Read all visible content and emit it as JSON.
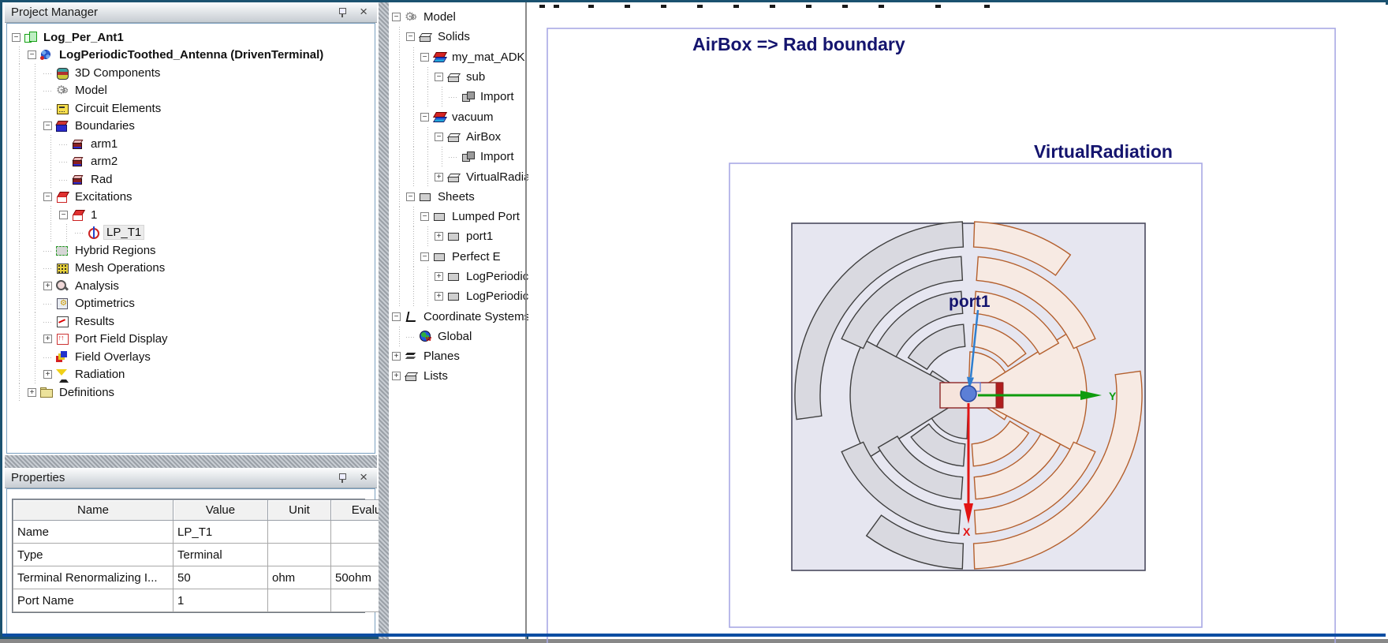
{
  "project_manager": {
    "title": "Project Manager",
    "close_label": "×",
    "tree": [
      {
        "label": "Log_Per_Ant1",
        "lvl": 0,
        "exp": "minus",
        "icon": "project",
        "bold": true
      },
      {
        "label": "LogPeriodicToothed_Antenna (DrivenTerminal)",
        "lvl": 1,
        "exp": "minus",
        "icon": "design",
        "bold": true
      },
      {
        "label": "3D Components",
        "lvl": 2,
        "exp": "none",
        "icon": "components3d"
      },
      {
        "label": "Model",
        "lvl": 2,
        "exp": "none",
        "icon": "model"
      },
      {
        "label": "Circuit Elements",
        "lvl": 2,
        "exp": "none",
        "icon": "circuit"
      },
      {
        "label": "Boundaries",
        "lvl": 2,
        "exp": "minus",
        "icon": "boundaries"
      },
      {
        "label": "arm1",
        "lvl": 3,
        "exp": "none",
        "icon": "bnditem"
      },
      {
        "label": "arm2",
        "lvl": 3,
        "exp": "none",
        "icon": "bnditem"
      },
      {
        "label": "Rad",
        "lvl": 3,
        "exp": "none",
        "icon": "bnditem"
      },
      {
        "label": "Excitations",
        "lvl": 2,
        "exp": "minus",
        "icon": "excitations"
      },
      {
        "label": "1",
        "lvl": 3,
        "exp": "minus",
        "icon": "excitations"
      },
      {
        "label": "LP_T1",
        "lvl": 4,
        "exp": "none",
        "icon": "terminal",
        "sel": true
      },
      {
        "label": "Hybrid Regions",
        "lvl": 2,
        "exp": "none",
        "icon": "hybrid"
      },
      {
        "label": "Mesh Operations",
        "lvl": 2,
        "exp": "none",
        "icon": "mesh"
      },
      {
        "label": "Analysis",
        "lvl": 2,
        "exp": "plus",
        "icon": "analysis"
      },
      {
        "label": "Optimetrics",
        "lvl": 2,
        "exp": "none",
        "icon": "optimetrics"
      },
      {
        "label": "Results",
        "lvl": 2,
        "exp": "none",
        "icon": "results"
      },
      {
        "label": "Port Field Display",
        "lvl": 2,
        "exp": "plus",
        "icon": "portfield"
      },
      {
        "label": "Field Overlays",
        "lvl": 2,
        "exp": "none",
        "icon": "overlays"
      },
      {
        "label": "Radiation",
        "lvl": 2,
        "exp": "plus",
        "icon": "radiation"
      },
      {
        "label": "Definitions",
        "lvl": 1,
        "exp": "plus",
        "icon": "folder"
      }
    ]
  },
  "properties": {
    "title": "Properties",
    "close_label": "×",
    "table": {
      "headers": [
        "Name",
        "Value",
        "Unit",
        "Evalu"
      ],
      "rows": [
        [
          "Name",
          "LP_T1",
          "",
          ""
        ],
        [
          "Type",
          "Terminal",
          "",
          ""
        ],
        [
          "Terminal Renormalizing I...",
          "50",
          "ohm",
          "50ohm"
        ],
        [
          "Port Name",
          "1",
          "",
          ""
        ]
      ]
    }
  },
  "model_tree": [
    {
      "label": "Model",
      "lvl": 0,
      "exp": "minus",
      "icon": "model"
    },
    {
      "label": "Solids",
      "lvl": 1,
      "exp": "minus",
      "icon": "wedge"
    },
    {
      "label": "my_mat_ADK",
      "lvl": 2,
      "exp": "minus",
      "icon": "material"
    },
    {
      "label": "sub",
      "lvl": 3,
      "exp": "minus",
      "icon": "wedge"
    },
    {
      "label": "Import",
      "lvl": 4,
      "exp": "none",
      "icon": "import"
    },
    {
      "label": "vacuum",
      "lvl": 2,
      "exp": "minus",
      "icon": "material"
    },
    {
      "label": "AirBox",
      "lvl": 3,
      "exp": "minus",
      "icon": "wedge"
    },
    {
      "label": "Import",
      "lvl": 4,
      "exp": "none",
      "icon": "import"
    },
    {
      "label": "VirtualRadia",
      "lvl": 3,
      "exp": "plus",
      "icon": "wedge"
    },
    {
      "label": "Sheets",
      "lvl": 1,
      "exp": "minus",
      "icon": "sheet"
    },
    {
      "label": "Lumped Port",
      "lvl": 2,
      "exp": "minus",
      "icon": "sheet"
    },
    {
      "label": "port1",
      "lvl": 3,
      "exp": "plus",
      "icon": "sheet"
    },
    {
      "label": "Perfect E",
      "lvl": 2,
      "exp": "minus",
      "icon": "sheet"
    },
    {
      "label": "LogPeriodic",
      "lvl": 3,
      "exp": "plus",
      "icon": "sheet"
    },
    {
      "label": "LogPeriodic",
      "lvl": 3,
      "exp": "plus",
      "icon": "sheet"
    },
    {
      "label": "Coordinate Systems",
      "lvl": 0,
      "exp": "minus",
      "icon": "cs"
    },
    {
      "label": "Global",
      "lvl": 1,
      "exp": "none",
      "icon": "globe"
    },
    {
      "label": "Planes",
      "lvl": 0,
      "exp": "plus",
      "icon": "planes"
    },
    {
      "label": "Lists",
      "lvl": 0,
      "exp": "plus",
      "icon": "wedge"
    }
  ],
  "viewport": {
    "airbox_label": "AirBox => Rad boundary",
    "virtual_radiation_label": "VirtualRadiation",
    "port_label": "port1",
    "axis_y_label": "Y",
    "axis_x_label": "X",
    "colors": {
      "annotation_navy": "#14146e",
      "arm_left_fill": "#d9d9e0",
      "arm_left_stroke": "#3f3f3f",
      "arm_right_fill": "#f7eae3",
      "arm_right_stroke": "#b4602e",
      "axis_x_red": "#e21414",
      "axis_y_green": "#0e9c0e",
      "port_arrow_blue": "#2f7fd0",
      "origin_sphere": "#5c7fd6",
      "box_border": "#a9a9e4",
      "substrate_fill": "#e6e6f0",
      "substrate_stroke": "#4a4a5e",
      "feed_fill": "#f6e4dc",
      "feed_stroke": "#8d2525",
      "port_bar": "#b01d1d"
    }
  }
}
